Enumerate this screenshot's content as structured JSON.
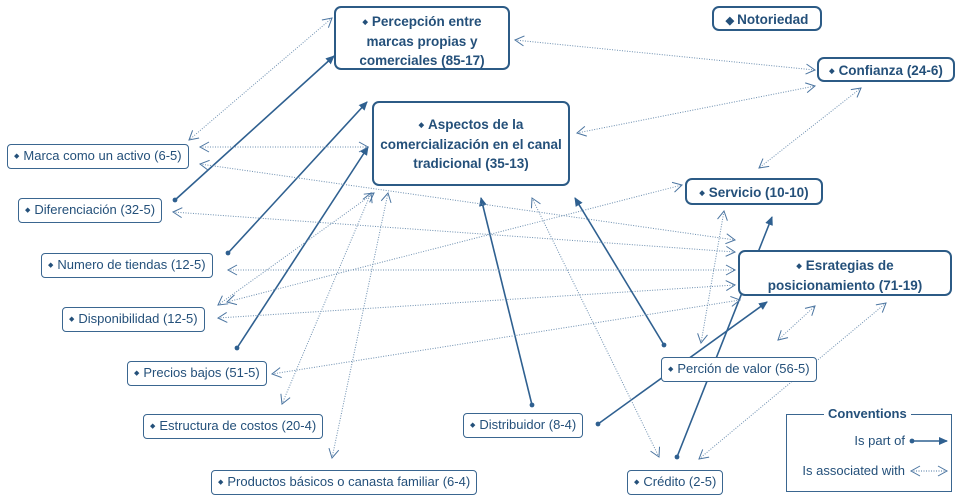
{
  "nodes": {
    "percepcion": {
      "label": "Percepción entre marcas propias y comerciales (85-17)"
    },
    "notoriedad": {
      "label": "Notoriedad"
    },
    "confianza": {
      "label": "Confianza (24-6)"
    },
    "aspectos": {
      "label": "Aspectos de la comercialización en el canal tradicional (35-13)"
    },
    "marca": {
      "label": "Marca como un activo (6-5)"
    },
    "servicio": {
      "label": "Servicio (10-10)"
    },
    "diferenciacion": {
      "label": "Diferenciación (32-5)"
    },
    "esrategias": {
      "label": "Esrategias de posicionamiento (71-19)"
    },
    "tiendas": {
      "label": "Numero de tiendas (12-5)"
    },
    "disponibilidad": {
      "label": "Disponibilidad (12-5)"
    },
    "precios": {
      "label": "Precios bajos (51-5)"
    },
    "percion": {
      "label": "Perción de valor (56-5)"
    },
    "estructura": {
      "label": "Estructura de costos (20-4)"
    },
    "distribuidor": {
      "label": "Distribuidor (8-4)"
    },
    "productos": {
      "label": "Productos básicos o canasta familiar (6-4)"
    },
    "credito": {
      "label": "Crédito (2-5)"
    }
  },
  "relations": {
    "is_part_of": [
      [
        "diferenciacion",
        "percepcion"
      ],
      [
        "tiendas",
        "aspectos"
      ],
      [
        "precios",
        "aspectos"
      ],
      [
        "distribuidor",
        "aspectos"
      ],
      [
        "percion",
        "aspectos"
      ],
      [
        "distribuidor",
        "esrategias"
      ],
      [
        "credito",
        "servicio"
      ]
    ],
    "is_associated_with": [
      [
        "percepcion",
        "marca"
      ],
      [
        "percepcion",
        "confianza"
      ],
      [
        "aspectos",
        "confianza"
      ],
      [
        "confianza",
        "servicio"
      ],
      [
        "marca",
        "aspectos"
      ],
      [
        "marca",
        "esrategias"
      ],
      [
        "diferenciacion",
        "esrategias"
      ],
      [
        "tiendas",
        "esrategias"
      ],
      [
        "disponibilidad",
        "esrategias"
      ],
      [
        "precios",
        "esrategias"
      ],
      [
        "disponibilidad",
        "servicio"
      ],
      [
        "disponibilidad",
        "aspectos"
      ],
      [
        "estructura",
        "aspectos"
      ],
      [
        "productos",
        "aspectos"
      ],
      [
        "credito",
        "aspectos"
      ],
      [
        "percion",
        "servicio"
      ],
      [
        "percion",
        "esrategias"
      ],
      [
        "credito",
        "esrategias"
      ]
    ]
  },
  "legend": {
    "title": "Conventions",
    "is_part_of": "Is part of",
    "is_associated_with": "Is associated with"
  },
  "colors": {
    "line": "#2f6090",
    "dotted": "#6d8fb0",
    "text": "#24507a"
  }
}
